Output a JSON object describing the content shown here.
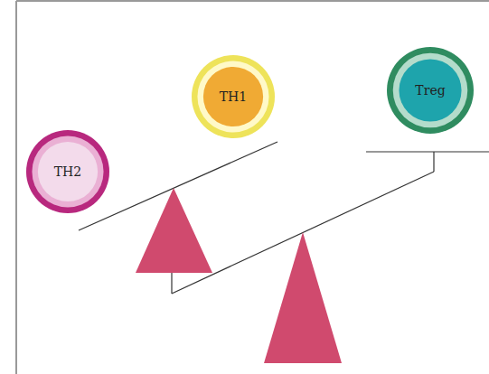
{
  "diagram": {
    "nodes": [
      {
        "text": [
          "TH2"
        ]
      },
      {
        "text": [
          "TH1"
        ]
      },
      {
        "text": [
          "Treg"
        ]
      }
    ]
  }
}
